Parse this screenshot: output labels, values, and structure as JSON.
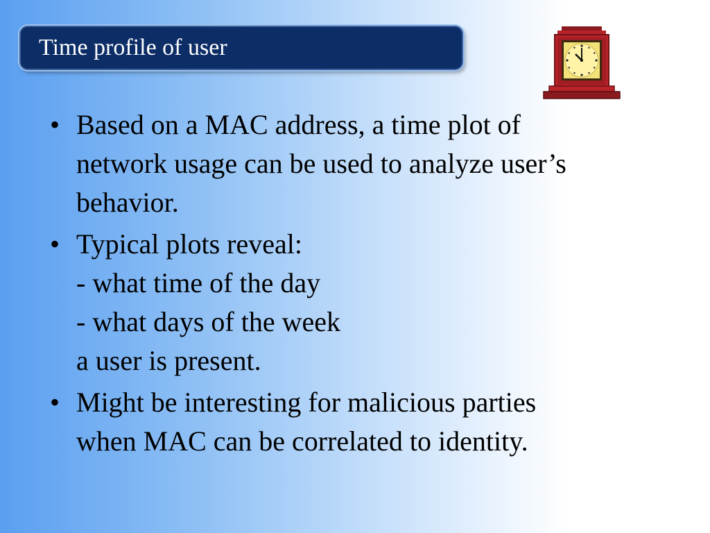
{
  "slide": {
    "title": "Time profile of user",
    "clock_icon": "mantel-clock-icon",
    "bullet_glyph": "•",
    "bullets": [
      {
        "lines": [
          "Based on a MAC address, a time plot of",
          "network usage can be used to analyze user’s",
          "behavior."
        ]
      },
      {
        "lines": [
          "Typical plots reveal:",
          "- what time of the day",
          "- what days of the week",
          "a user is present."
        ]
      },
      {
        "lines": [
          "Might be interesting for malicious parties",
          "when MAC can be correlated to identity."
        ]
      }
    ],
    "colors": {
      "title_bar": "#0d2d66",
      "title_text": "#ffffff",
      "gradient_left": "#5a9ff0",
      "gradient_right": "#ffffff",
      "clock_body": "#b8232a",
      "clock_face": "#f3e27a"
    }
  }
}
